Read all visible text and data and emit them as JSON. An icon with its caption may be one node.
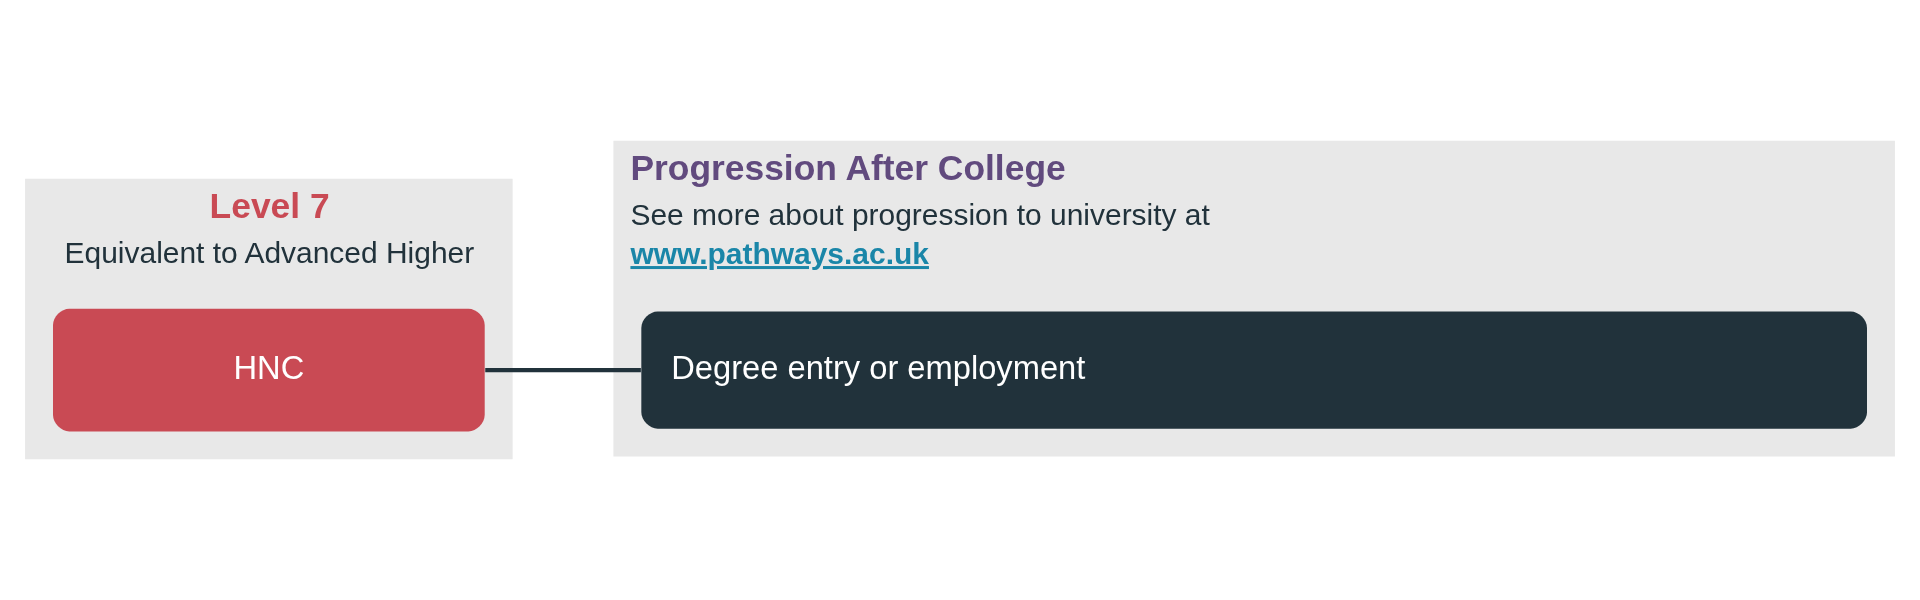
{
  "diagram": {
    "nodes": [
      {
        "text": [
          "Level 7",
          "Equivalent to Advanced Higher"
        ]
      },
      {
        "text": [
          "HNC"
        ],
        "in": 0
      },
      {
        "text": [
          "Progression After College",
          "See more about progression to university at",
          "www.pathways.ac.uk"
        ]
      },
      {
        "text": [
          "Degree entry or employment"
        ],
        "in": 2
      }
    ],
    "edges": [
      {
        "from": 1,
        "to": 3,
        "arrow": "none"
      }
    ]
  }
}
